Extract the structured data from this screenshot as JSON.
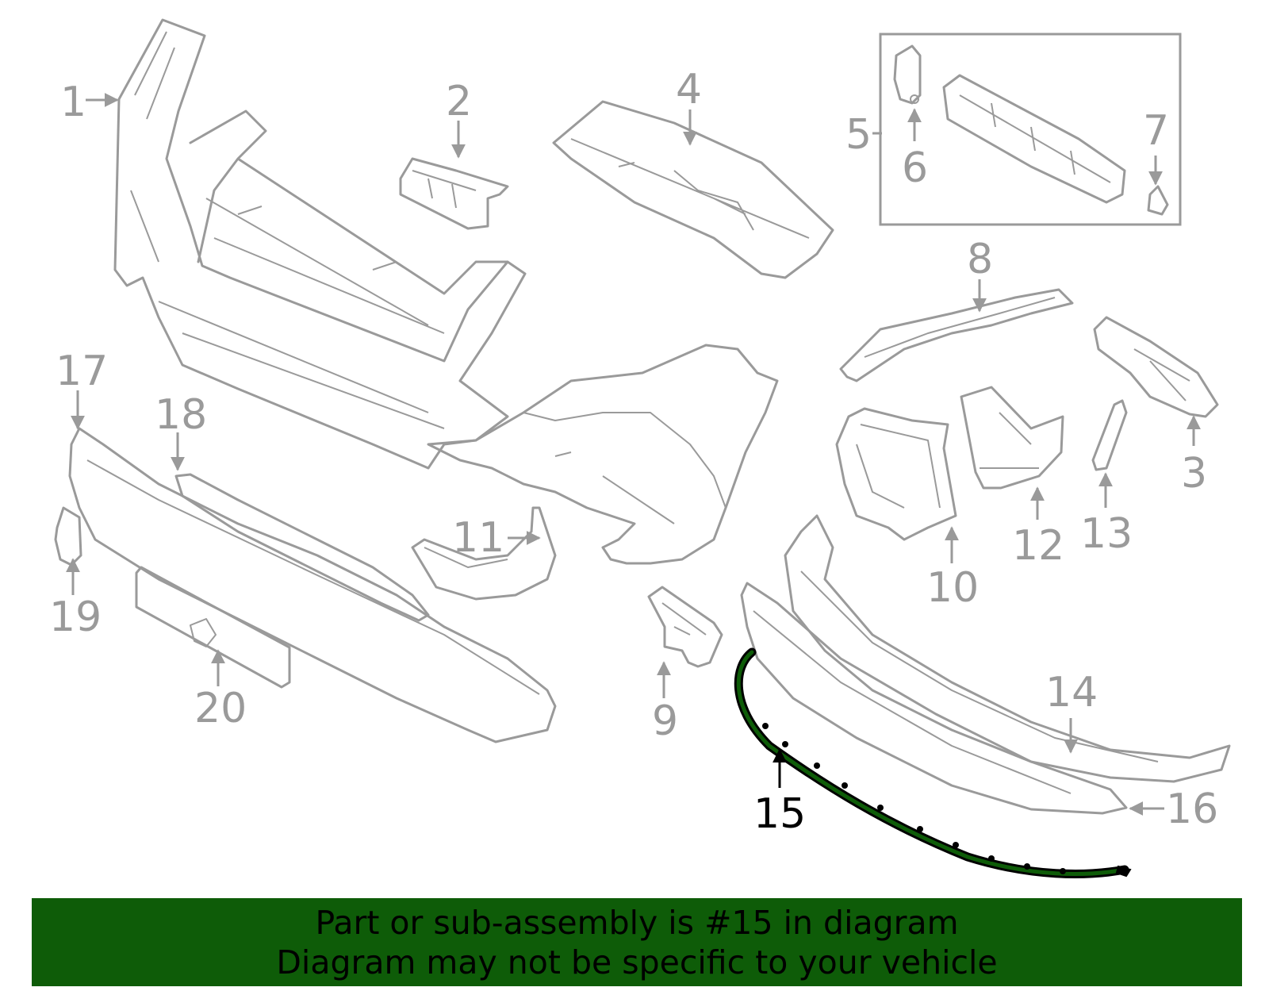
{
  "callouts": {
    "c1": "1",
    "c2": "2",
    "c3": "3",
    "c4": "4",
    "c5": "5",
    "c6": "6",
    "c7": "7",
    "c8": "8",
    "c9": "9",
    "c10": "10",
    "c11": "11",
    "c12": "12",
    "c13": "13",
    "c14": "14",
    "c15": "15",
    "c16": "16",
    "c17": "17",
    "c18": "18",
    "c19": "19",
    "c20": "20"
  },
  "highlight": {
    "part_number": "15",
    "color": "#0e5c08"
  },
  "banner": {
    "line1": "Part or sub-assembly is #15 in diagram",
    "line2": "Diagram may not be specific to your vehicle",
    "background": "#0e5c08"
  }
}
